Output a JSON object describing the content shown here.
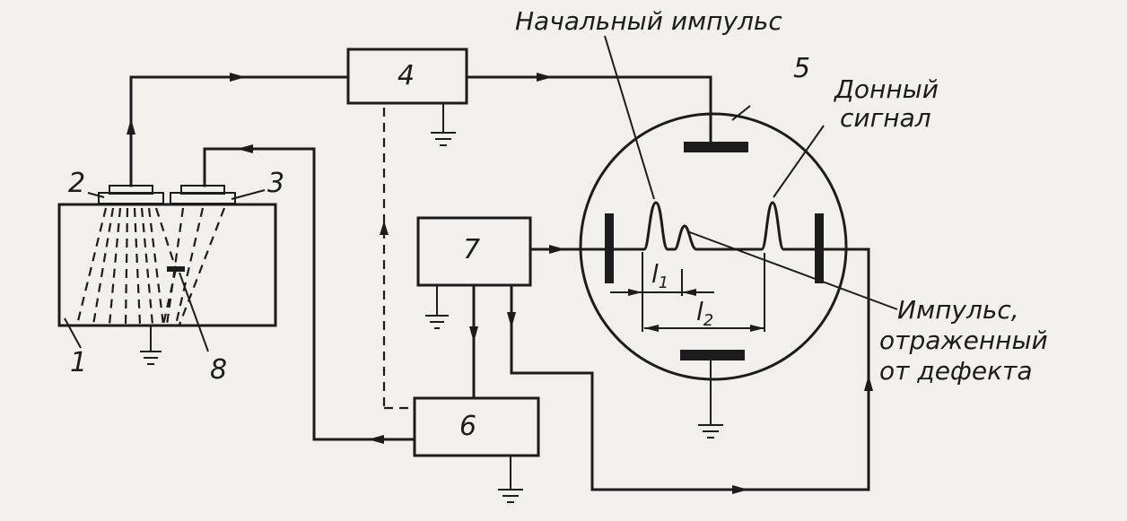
{
  "blocks": {
    "specimen": "1",
    "transducer_emit": "2",
    "transducer_receive": "3",
    "generator": "4",
    "crt": "5",
    "sync": "6",
    "sweep": "7",
    "defect": "8"
  },
  "annotations": {
    "initial_pulse": "Начальный импульс",
    "bottom_signal_line1": "Донный",
    "bottom_signal_line2": "сигнал",
    "defect_pulse_line1": "Импульс,",
    "defect_pulse_line2": "отраженный",
    "defect_pulse_line3": "от дефекта",
    "l1_letter": "l",
    "l1_sub": "1",
    "l2_letter": "l",
    "l2_sub": "2"
  }
}
